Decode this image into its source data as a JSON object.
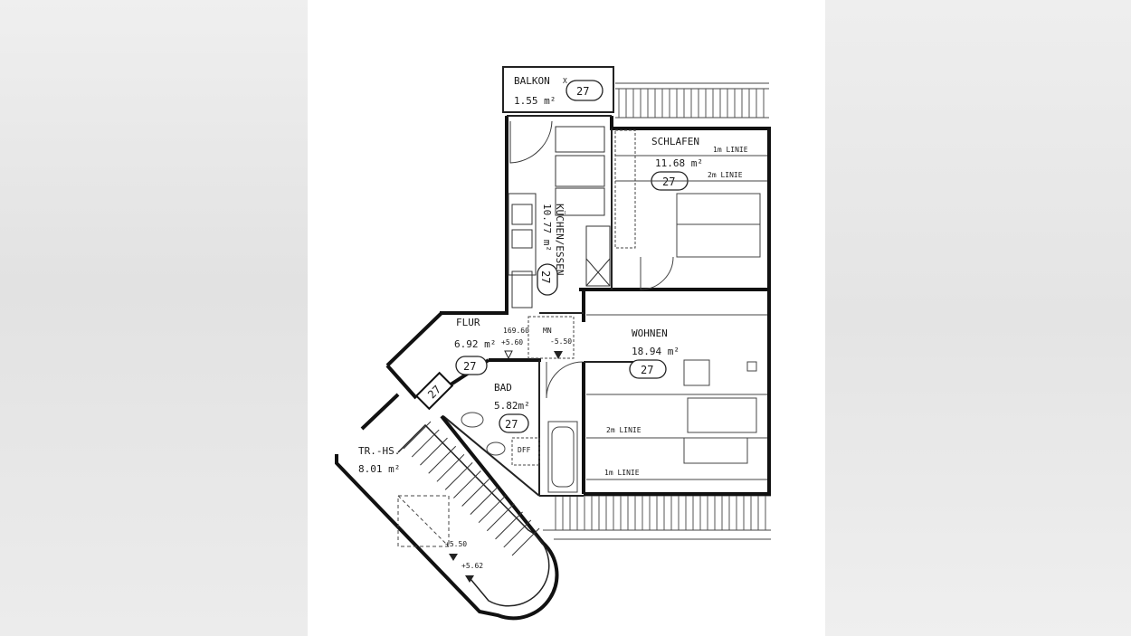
{
  "rooms": {
    "balkon": {
      "name": "BALKON",
      "area": "1.55 m²",
      "unit": "27"
    },
    "schlafen": {
      "name": "SCHLAFEN",
      "area": "11.68 m²",
      "unit": "27"
    },
    "kuechen": {
      "name": "KÜCHEN/ESSEN",
      "area": "10.77 m²",
      "unit": "27"
    },
    "flur": {
      "name": "FLUR",
      "area": "6.92 m²",
      "unit": "27"
    },
    "wohnen": {
      "name": "WOHNEN",
      "area": "18.94 m²",
      "unit": "27"
    },
    "bad": {
      "name": "BAD",
      "area": "5.82m²",
      "unit": "27"
    },
    "treppenhaus": {
      "name": "TR.-HS.",
      "area": "8.01 m²"
    }
  },
  "entrance_badge": "27",
  "annotations": {
    "line_1m_schlafen": "1m LINIE",
    "line_2m_schlafen": "2m LINIE",
    "line_2m_wohnen": "2m LINIE",
    "line_1m_wohnen": "1m LINIE",
    "level_top": "169.60",
    "level_560": "+5.60",
    "level_550": "-5.50",
    "stair_550": "+5.50",
    "stair_562": "+5.62",
    "dff": "DFF",
    "mn": "MN"
  }
}
